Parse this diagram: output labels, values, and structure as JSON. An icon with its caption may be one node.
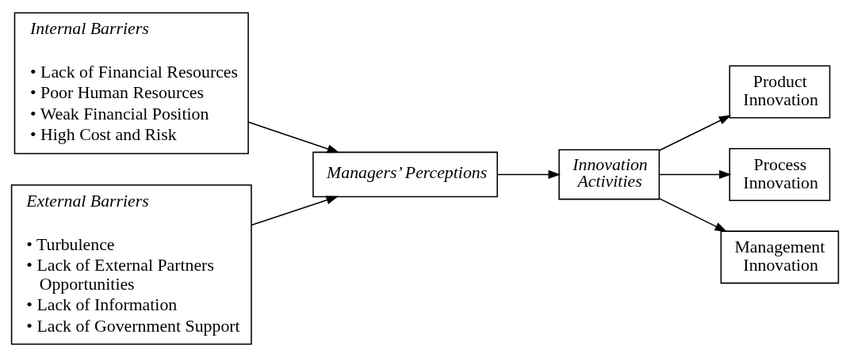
{
  "diagram": {
    "nodes": [
      {
        "text": [
          "Internal Barriers",
          "• Lack of Financial Resources",
          "• Poor Human Resources",
          "• Weak Financial Position",
          "• High Cost and Risk"
        ]
      },
      {
        "text": [
          "External Barriers",
          "• Turbulence",
          "• Lack of External Partners Opportunities",
          "• Lack of Information",
          "• Lack of Government Support"
        ]
      },
      {
        "text": [
          "Managers’ Perceptions"
        ]
      },
      {
        "text": [
          "Innovation Activities"
        ]
      },
      {
        "text": [
          "Product Innovation"
        ]
      },
      {
        "text": [
          "Process Innovation"
        ]
      },
      {
        "text": [
          "Management Innovation"
        ]
      }
    ],
    "edges": [
      {
        "from": 0,
        "to": 2,
        "arrow": "to"
      },
      {
        "from": 1,
        "to": 2,
        "arrow": "to"
      },
      {
        "from": 2,
        "to": 3,
        "arrow": "to"
      },
      {
        "from": 3,
        "to": 4,
        "arrow": "to"
      },
      {
        "from": 3,
        "to": 5,
        "arrow": "to"
      },
      {
        "from": 3,
        "to": 6,
        "arrow": "to"
      }
    ]
  }
}
